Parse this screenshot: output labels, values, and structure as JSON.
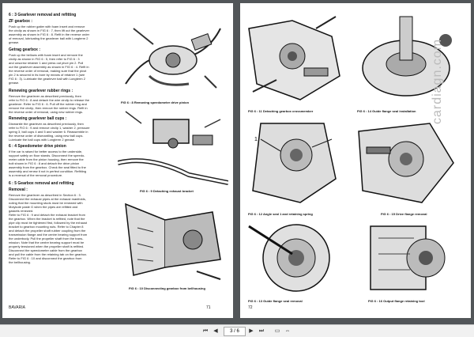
{
  "left_page": {
    "section_heading": "6 : 3 Gearlever removal and refitting",
    "zf_heading": "ZF gearbox :",
    "zf_lines": [
      "Push up the rubber gaiter with foam insert and remove",
      "the circlip as shown in FIG 6 : 7, then lift out the gearlever",
      "assembly as shown in FIG 6 : 8. Refit in the reverse order",
      "of removal, lubricating the gearlever ball with Longterm 2",
      "grease."
    ],
    "getrag_heading": "Getrag gearbox :",
    "getrag_lines": [
      "Push up the bellows with foam insert and remove the",
      "circlip as shown in FIG 6 : 5, then refer to FIG 6 : 3",
      "and unscrew retainer 1 and press out pivot pin 2. Pull",
      "out the gearlever assembly as shown in FIG 6 : 4. Refit in",
      "the reverse order of removal, making sure that the pivot",
      "pin 2 is secured in its bore by means of retainer 1 (see",
      "FIG 6 : 3). Lubricate the gearlever ball with Longterm 2",
      "grease."
    ],
    "rubber_heading": "Renewing gearlever rubber rings :",
    "rubber_lines": [
      "Remove the gearlever as described previously, then",
      "refer to FIG 6 : 8 and detach the wire circlip to release the",
      "gearlever. Refer to FIG 6 : 6. Pull off the rubber ring and",
      "remove the circlip, then remove the rubber rings. Refit in",
      "the reverse order of removal, using new rubber rings."
    ],
    "ballcup_heading": "Renewing gearlever ball cups :",
    "ballcup_lines": [
      "Dismantle the gearlever as described previously, then",
      "refer to FIG 6 : 9 and remove circlip 1, washer 2, pressure",
      "spring 3, ball cups 4 and 5 and washer 6. Reassemble in",
      "the reverse order of dismantling, using new ball cups.",
      "Lubricate the ball cups with Longterm 2 grease."
    ],
    "speedo_heading": "6 : 4 Speedometer drive pinion",
    "speedo_lines": [
      "If the car is raised for better access to the underside,",
      "support safely on floor stands. Disconnect the speedo-",
      "meter cable from the pinion housing, then remove the",
      "bolt shown in FIG 6 : 8 and detach the drive pinion",
      "assembly from the gearbox. Check the seal fitted to the",
      "assembly and renew it not in perfect condition. Refitting",
      "is a reversal of the removal procedure."
    ],
    "removal_section_heading": "6 : 5 Gearbox removal and refitting",
    "removal_heading": "Removal :",
    "removal_lines": [
      "Remove the gearlever as described in Section 6 : 3.",
      "Disconnect the exhaust pipes at the exhaust manifolds,",
      "noting that the mounting studs must be renewed with",
      "Molykote paste G when the pipes are refitted and",
      "gaskets renewed.",
      "Refer to FIG 6 : 9 and detach the exhaust bracket from",
      "the gearbox. When the bracket is refitted, note that the",
      "pipe clip must be tightened first, followed by the exhaust",
      "bracket to gearbox mounting nuts. Refer to Chapter 8",
      "and detach the propeller shaft rubber coupling from the",
      "transmission flange and the centre bearing support from",
      "the underbody. Pull the propeller shaft from the trans-",
      "mission. Note that the centre bearing support must be",
      "properly tensioned when the propeller shaft is refitted.",
      "Disconnect the speedometer cable from the gearbox",
      "and pull the cable from the retaining tab on the gearbox.",
      "Refer to FIG 6 : 10 and disconnect the gearbox from",
      "the bellhousing."
    ],
    "captions": {
      "fig8": "FIG 6 : 8   Removing speedometer drive pinion",
      "fig9": "FIG 6 : 9   Detaching exhaust bracket",
      "fig10": "FIG 6 : 10   Disconnecting gearbox from bellhousing"
    },
    "footer_left": "BAVARIA",
    "page_number": "71"
  },
  "right_page": {
    "captions": {
      "fig11": "FIG 6 : 11   Detaching gearbox crossmember",
      "fig12": "FIG 6 : 12   Angle seal 1 and retaining spring",
      "fig13": "FIG 6 : 13   Guide flange seal removal",
      "fig14": "FIG 6 : 14   Guide flange seal installation",
      "fig15": "FIG 6 : 15   Drive flange removal",
      "fig16": "FIG 6 : 16   Output flange retaining tool"
    },
    "watermark": "cardiagn.com",
    "page_number": "72"
  },
  "toolbar": {
    "page_value": "3 / 6",
    "icons": [
      "first-page-icon",
      "prev-page-icon",
      "next-page-icon",
      "last-page-icon",
      "fit-page-icon",
      "fit-width-icon"
    ]
  }
}
